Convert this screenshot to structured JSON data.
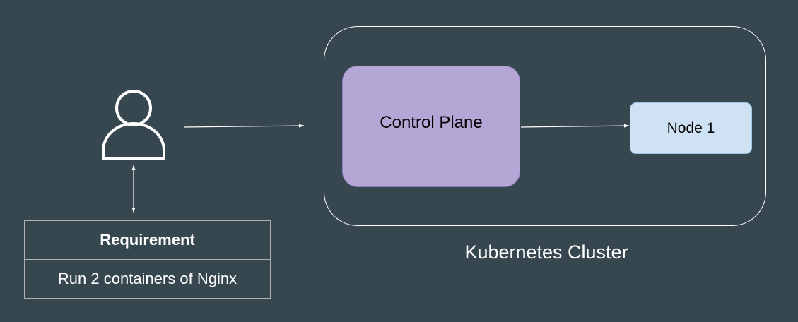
{
  "cluster": {
    "label": "Kubernetes Cluster",
    "control_plane_label": "Control Plane",
    "node_label": "Node 1"
  },
  "requirement": {
    "header": "Requirement",
    "value": "Run 2 containers of Nginx"
  },
  "icons": {
    "user": "user-icon"
  },
  "colors": {
    "background": "#37474f",
    "control_plane": "#b4a7d6",
    "node": "#cfe2f3",
    "lines": "#ffffff"
  }
}
